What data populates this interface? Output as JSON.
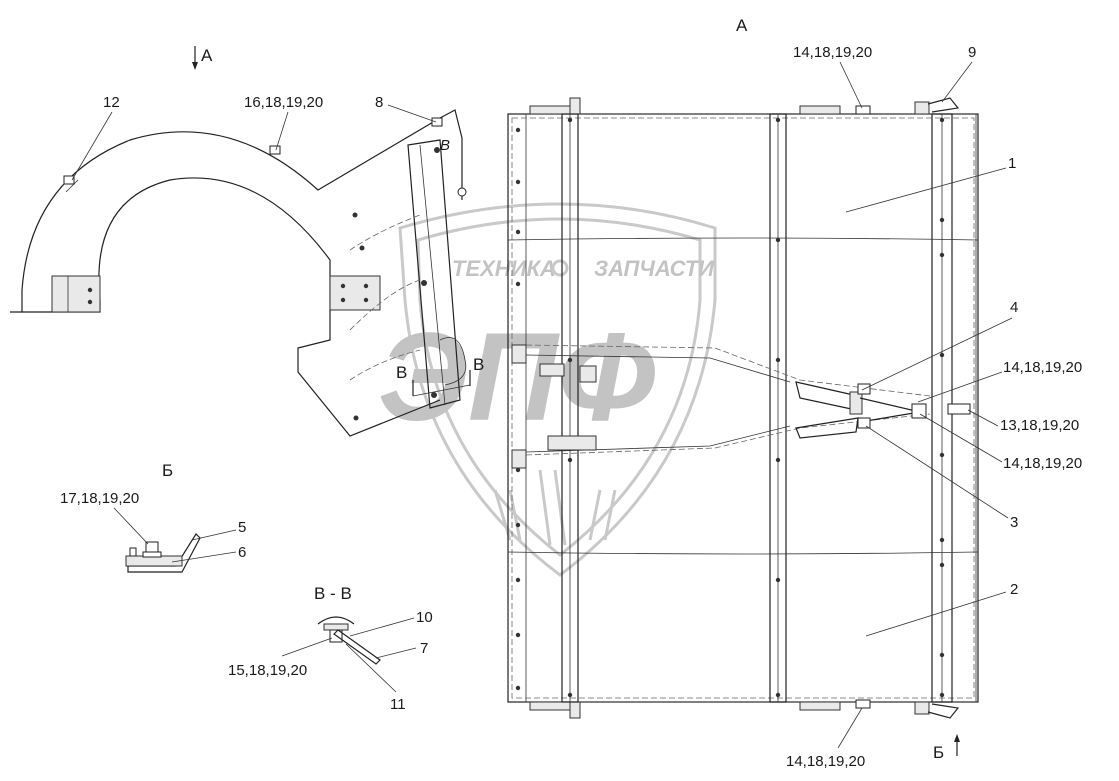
{
  "watermark": {
    "top_text_left": "ТЕХНИКА",
    "top_text_right": "ЗАПЧАСТИ",
    "logo_letters": "ЭПФ"
  },
  "views": {
    "view_a_arrow": "A",
    "view_a_title": "A",
    "view_b_title": "Б",
    "view_b_arrow": "Б",
    "section_vv_title": "В - В",
    "section_mark_left": "В",
    "section_mark_right": "В",
    "detail_b_letter": "В"
  },
  "callouts": {
    "c12": "12",
    "c16": "16,18,19,20",
    "c8": "8",
    "c14_top": "14,18,19,20",
    "c9": "9",
    "c1": "1",
    "c4": "4",
    "c14_right1": "14,18,19,20",
    "c13": "13,18,19,20",
    "c14_right2": "14,18,19,20",
    "c3": "3",
    "c2": "2",
    "c14_bottom": "14,18,19,20",
    "c17": "17,18,19,20",
    "c5": "5",
    "c6": "6",
    "c10": "10",
    "c7": "7",
    "c15": "15,18,19,20",
    "c11": "11"
  }
}
